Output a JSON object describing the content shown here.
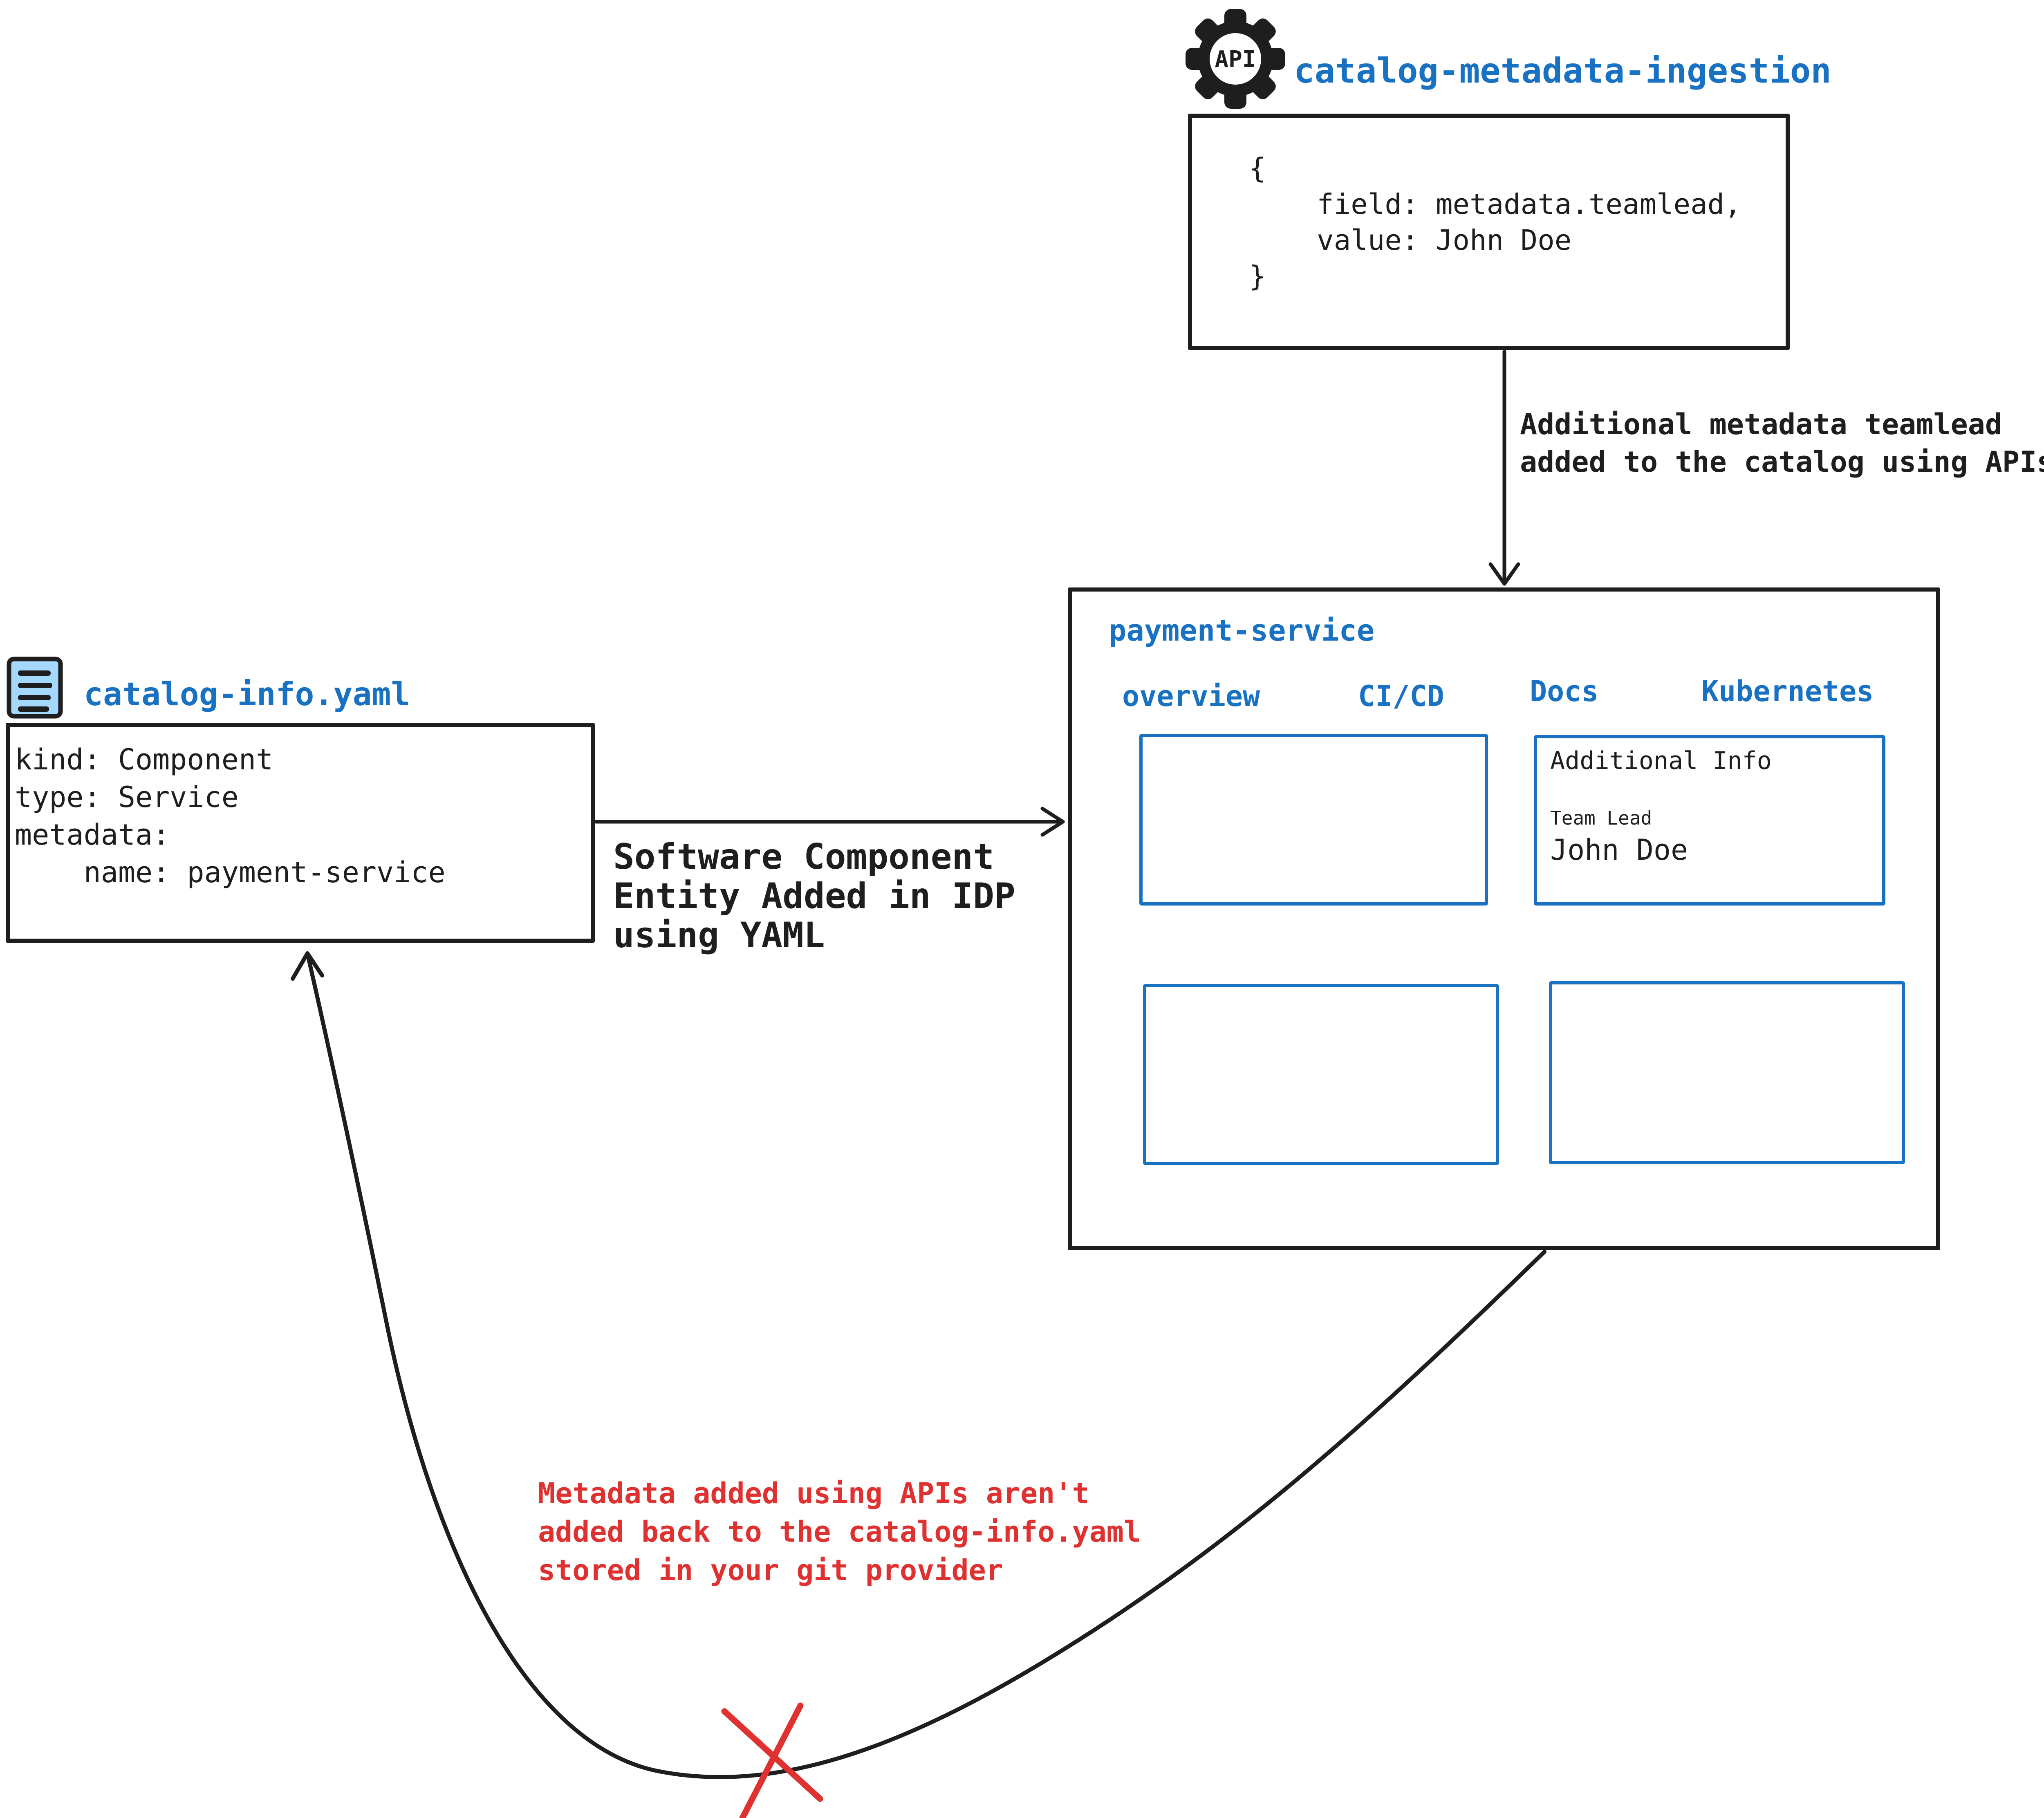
{
  "colors": {
    "accent_blue": "#1971c2",
    "light_blue_fill": "#a5d8ff",
    "error_red": "#e03131",
    "ink": "#1e1e1e"
  },
  "api_ingestion": {
    "icon": "api-gear-icon",
    "icon_text": "API",
    "title": "catalog-metadata-ingestion",
    "code": "{\n    field: metadata.teamlead,\n    value: John Doe\n}"
  },
  "api_arrow_note": {
    "label": "Additional metadata teamlead\nadded to the catalog using APIs"
  },
  "catalog_panel": {
    "title": "payment-service",
    "tabs": [
      {
        "label": "overview"
      },
      {
        "label": "CI/CD"
      },
      {
        "label": "Docs"
      },
      {
        "label": "Kubernetes"
      }
    ],
    "additional_info": {
      "title": "Additional Info",
      "field_label": "Team Lead",
      "field_value": "John Doe"
    }
  },
  "yaml_file": {
    "icon": "yaml-file-icon",
    "filename": "catalog-info.yaml",
    "code": "kind: Component\ntype: Service\nmetadata:\n    name: payment-service"
  },
  "yaml_arrow_note": {
    "label": "Software Component\nEntity Added in IDP\nusing YAML"
  },
  "feedback_note": {
    "label": "Metadata added using APIs aren't\nadded back to the catalog-info.yaml\nstored in your git provider"
  }
}
